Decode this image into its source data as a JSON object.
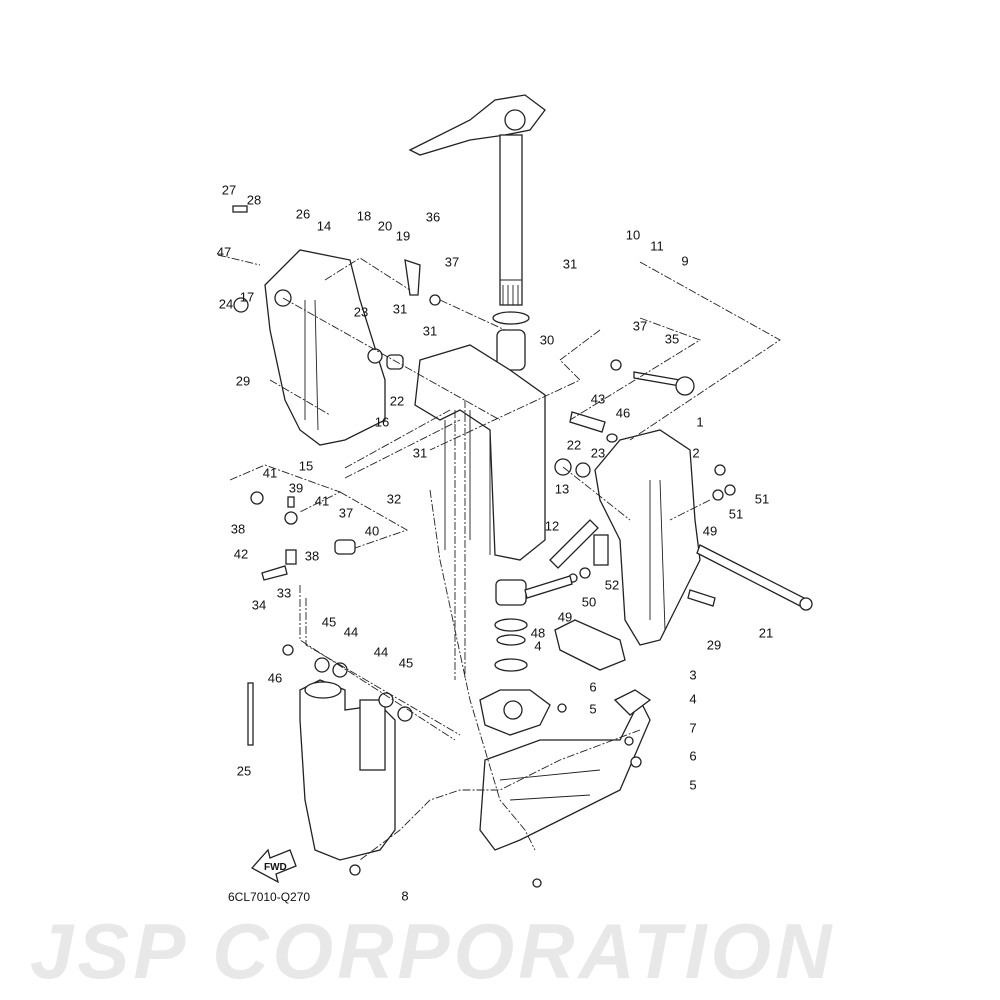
{
  "watermark": "JSP CORPORATION",
  "diagram_code": "6CL7010-Q270",
  "fwd_label": "FWD",
  "labels": [
    "27",
    "28",
    "26",
    "14",
    "47",
    "24",
    "17",
    "18",
    "20",
    "19",
    "36",
    "37",
    "23",
    "31",
    "31",
    "29",
    "22",
    "16",
    "15",
    "31",
    "32",
    "30",
    "31",
    "10",
    "11",
    "9",
    "37",
    "35",
    "43",
    "46",
    "1",
    "2",
    "22",
    "23",
    "13",
    "12",
    "49",
    "51",
    "51",
    "52",
    "50",
    "49",
    "48",
    "29",
    "21",
    "41",
    "39",
    "41",
    "38",
    "37",
    "40",
    "38",
    "42",
    "33",
    "34",
    "45",
    "44",
    "46",
    "44",
    "45",
    "25",
    "4",
    "3",
    "6",
    "4",
    "5",
    "7",
    "6",
    "5",
    "8"
  ]
}
